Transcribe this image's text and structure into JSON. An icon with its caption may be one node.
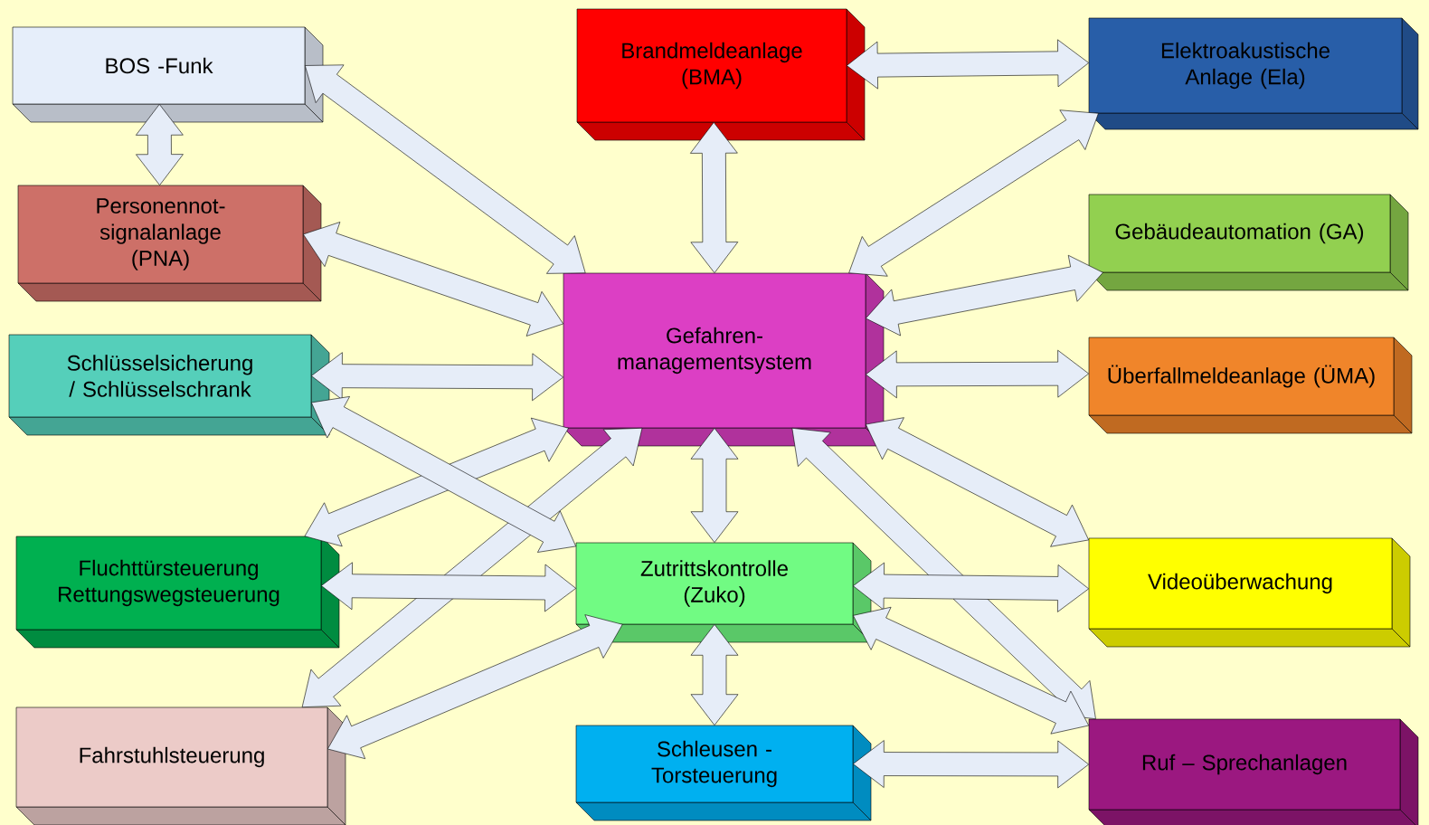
{
  "diagram": {
    "nodes": [
      {
        "text": [
          "BOS -Funk"
        ]
      },
      {
        "text": [
          "Brandmeldeanlage (BMA)"
        ]
      },
      {
        "text": [
          "Elektroakustische Anlage (Ela)"
        ]
      },
      {
        "text": [
          "Personennot- signalanlage (PNA)"
        ]
      },
      {
        "text": [
          "Gebäudeautomation (GA)"
        ]
      },
      {
        "text": [
          "Gefahren- managementsystem"
        ]
      },
      {
        "text": [
          "Schlüsselsicherung / Schlüsselschrank"
        ]
      },
      {
        "text": [
          "Überfallmeldeanlage (ÜMA)"
        ]
      },
      {
        "text": [
          "Fluchttürsteuerung Rettungswegsteuerung"
        ]
      },
      {
        "text": [
          "Zutrittskontrolle (Zuko)"
        ]
      },
      {
        "text": [
          "Videoüberwachung"
        ]
      },
      {
        "text": [
          "Fahrstuhlsteuerung"
        ]
      },
      {
        "text": [
          "Schleusen - Torsteuerung"
        ]
      },
      {
        "text": [
          "Ruf – Sprechanlagen"
        ]
      }
    ],
    "edges": [
      {
        "from": 0,
        "to": 3,
        "arrow": "both"
      },
      {
        "from": 0,
        "to": 5,
        "arrow": "both"
      },
      {
        "from": 1,
        "to": 2,
        "arrow": "both"
      },
      {
        "from": 1,
        "to": 5,
        "arrow": "both"
      },
      {
        "from": 2,
        "to": 5,
        "arrow": "both"
      },
      {
        "from": 3,
        "to": 5,
        "arrow": "both"
      },
      {
        "from": 4,
        "to": 5,
        "arrow": "both"
      },
      {
        "from": 6,
        "to": 5,
        "arrow": "both"
      },
      {
        "from": 5,
        "to": 7,
        "arrow": "both"
      },
      {
        "from": 5,
        "to": 9,
        "arrow": "both"
      },
      {
        "from": 5,
        "to": 10,
        "arrow": "both"
      },
      {
        "from": 5,
        "to": 13,
        "arrow": "both"
      },
      {
        "from": 8,
        "to": 5,
        "arrow": "both"
      },
      {
        "from": 11,
        "to": 5,
        "arrow": "both"
      },
      {
        "from": 6,
        "to": 9,
        "arrow": "both"
      },
      {
        "from": 8,
        "to": 9,
        "arrow": "both"
      },
      {
        "from": 11,
        "to": 9,
        "arrow": "both"
      },
      {
        "from": 9,
        "to": 10,
        "arrow": "both"
      },
      {
        "from": 9,
        "to": 12,
        "arrow": "both"
      },
      {
        "from": 9,
        "to": 13,
        "arrow": "both"
      },
      {
        "from": 12,
        "to": 13,
        "arrow": "both"
      }
    ]
  }
}
